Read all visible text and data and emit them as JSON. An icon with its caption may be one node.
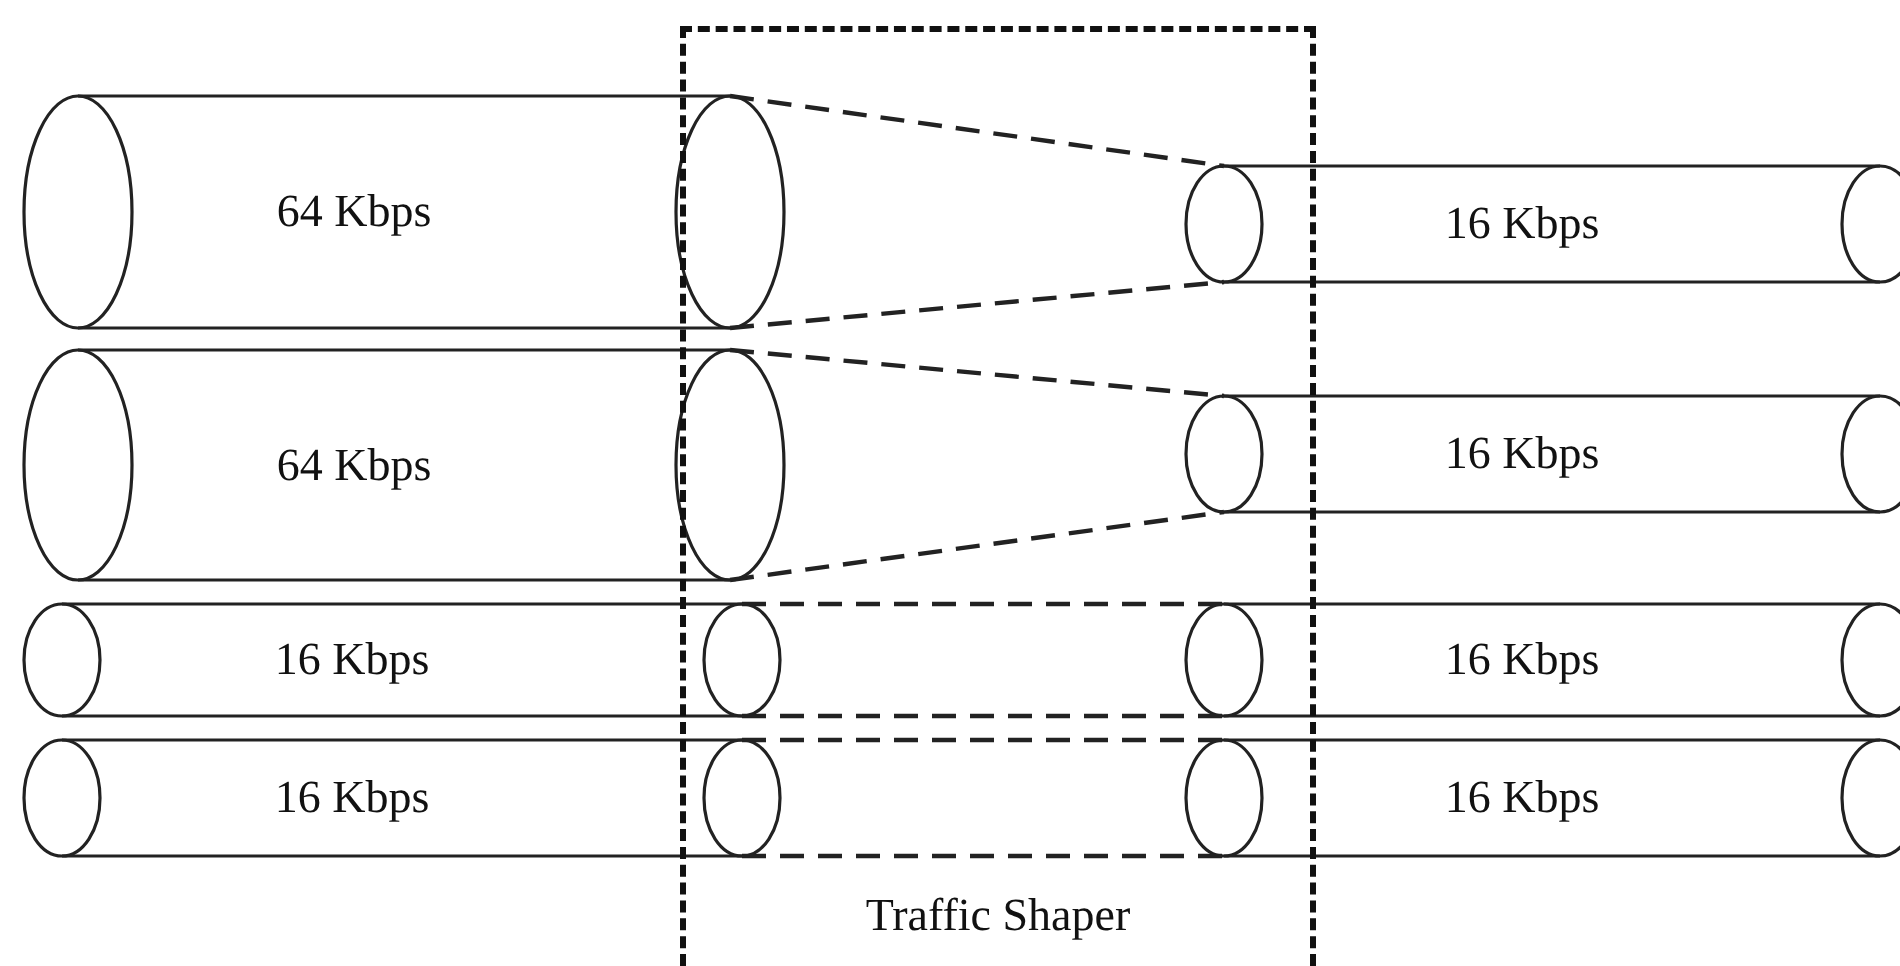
{
  "diagram": {
    "nodes": [
      {
        "text": [
          "64 Kbps"
        ]
      },
      {
        "text": [
          "16 Kbps"
        ]
      },
      {
        "text": [
          "64 Kbps"
        ]
      },
      {
        "text": [
          "16 Kbps"
        ]
      },
      {
        "text": [
          "16 Kbps"
        ]
      },
      {
        "text": [
          "16 Kbps"
        ]
      },
      {
        "text": [
          "16 Kbps"
        ]
      },
      {
        "text": [
          "16 Kbps"
        ]
      }
    ],
    "edges": [
      {
        "from": 0,
        "to": 1,
        "arrow": "none",
        "style": "dashed"
      },
      {
        "from": 0,
        "to": 1,
        "arrow": "none",
        "style": "dashed"
      },
      {
        "from": 2,
        "to": 3,
        "arrow": "none",
        "style": "dashed"
      },
      {
        "from": 2,
        "to": 3,
        "arrow": "none",
        "style": "dashed"
      },
      {
        "from": 4,
        "to": 5,
        "arrow": "none",
        "style": "dashed"
      },
      {
        "from": 4,
        "to": 5,
        "arrow": "none",
        "style": "dashed"
      },
      {
        "from": 6,
        "to": 7,
        "arrow": "none",
        "style": "dashed"
      },
      {
        "from": 6,
        "to": 7,
        "arrow": "none",
        "style": "dashed"
      }
    ],
    "labels": [
      "Traffic Shaper"
    ]
  }
}
